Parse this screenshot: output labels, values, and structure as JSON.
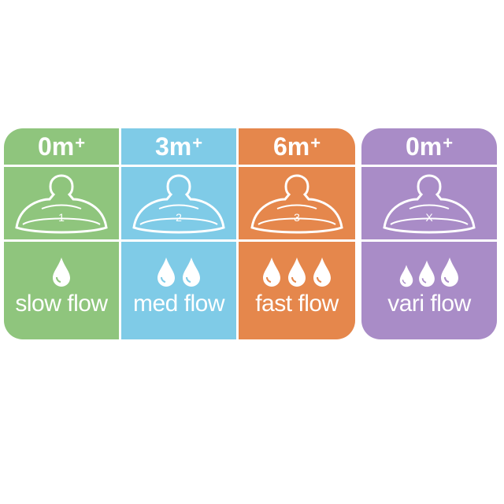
{
  "panels": [
    {
      "age": "0m",
      "age_sup": "+",
      "level": "1",
      "flow_label": "slow flow",
      "drops": 1,
      "color": "#8fc57d"
    },
    {
      "age": "3m",
      "age_sup": "+",
      "level": "2",
      "flow_label": "med flow",
      "drops": 2,
      "color": "#7fcbe7"
    },
    {
      "age": "6m",
      "age_sup": "+",
      "level": "3",
      "flow_label": "fast flow",
      "drops": 3,
      "color": "#e5874c"
    },
    {
      "age": "0m",
      "age_sup": "+",
      "level": "X",
      "flow_label": "vari flow",
      "drops": 3,
      "color": "#a98cc7"
    }
  ],
  "icons": {
    "nipple": "nipple-icon",
    "drop": "water-drop-icon"
  }
}
